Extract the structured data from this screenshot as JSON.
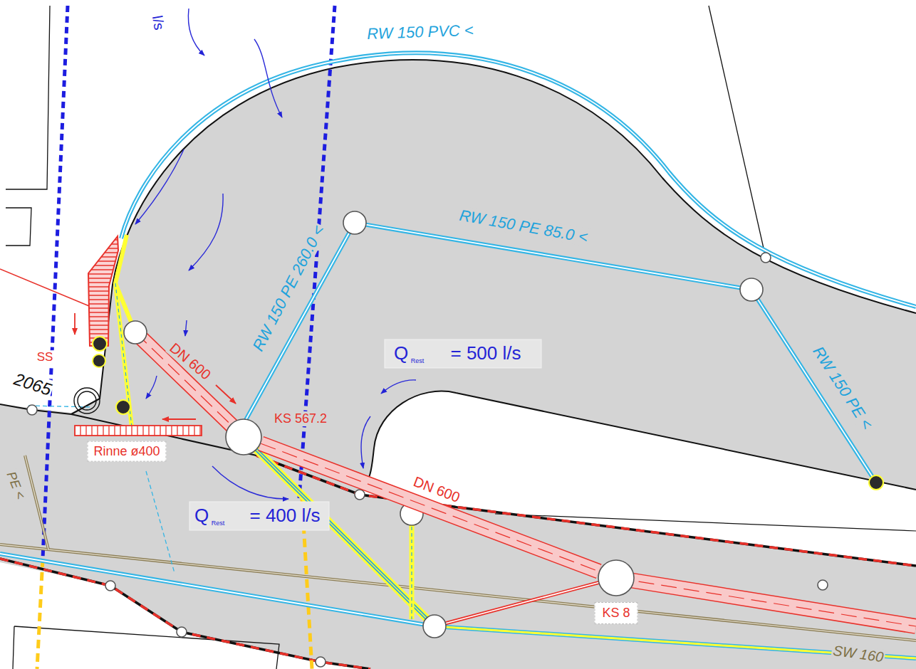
{
  "diagram": {
    "nodes": [
      {
        "text": [
          "KS 567.2"
        ]
      },
      {
        "text": [
          "KS 8"
        ]
      }
    ],
    "edges": [
      {
        "from": 0,
        "to": 1,
        "arrow": "none",
        "label": "DN 600"
      }
    ],
    "labels": [
      "l/s",
      "RW 150 PVC <",
      "RW 150 PE 85.0 <",
      "RW 150 PE 260.0 <",
      "RW 150 PE <",
      "DN 600",
      "SS",
      "2065",
      "Rinne ø400",
      "Q",
      "Rest",
      "= 500 l/s",
      "Q",
      "Rest",
      "= 400 l/s",
      "SW 160",
      "PE <"
    ]
  }
}
